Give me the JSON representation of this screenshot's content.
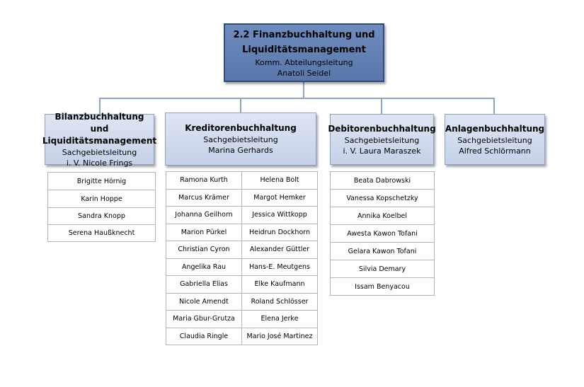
{
  "head": {
    "title_line1": "2.2 Finanzbuchhaltung und",
    "title_line2": "Liquiditätsmanagement",
    "role": "Komm. Abteilungsleitung",
    "person": "Anatoli Seidel"
  },
  "departments": [
    {
      "title_line1": "Bilanzbuchhaltung und",
      "title_line2": "Liquiditätsmanagement",
      "role": "Sachgebietsleitung",
      "person": "i. V. Nicole Frings",
      "staff": [
        "Brigitte Hörnig",
        "Karin Hoppe",
        "Sandra Knopp",
        "Serena Haußknecht"
      ]
    },
    {
      "title_line1": "Kreditorenbuchhaltung",
      "title_line2": "",
      "role": "Sachgebietsleitung",
      "person": "Marina Gerhards",
      "staff_left": [
        "Ramona Kurth",
        "Marcus Krämer",
        "Johanna Geilhorn",
        "Marion Pürkel",
        "Christian Cyron",
        "Angelika Rau",
        "Gabriella Elias",
        "Nicole Amendt",
        "Maria Gbur-Grutza",
        "Claudia Ringle"
      ],
      "staff_right": [
        "Helena Bolt",
        "Margot Hemker",
        "Jessica Wittkopp",
        "Heidrun Dockhorn",
        "Alexander Güttler",
        "Hans-E. Meutgens",
        "Elke Kaufmann",
        "Roland Schlösser",
        "Elena Jerke",
        "Mario José Martinez"
      ]
    },
    {
      "title_line1": "Debitorenbuchhaltung",
      "title_line2": "",
      "role": "Sachgebietsleitung",
      "person": "i. V. Laura Maraszek",
      "staff": [
        "Beata Dabrowski",
        "Vanessa Kopschetzky",
        "Annika Koelbel",
        "Awesta Kawon Tofani",
        "Gelara Kawon Tofani",
        "Silvia Demary",
        "Issam Benyacou"
      ]
    },
    {
      "title_line1": "Anlagenbuchhaltung",
      "title_line2": "",
      "role": "Sachgebietsleitung",
      "person": "Alfred Schlörmann"
    }
  ]
}
